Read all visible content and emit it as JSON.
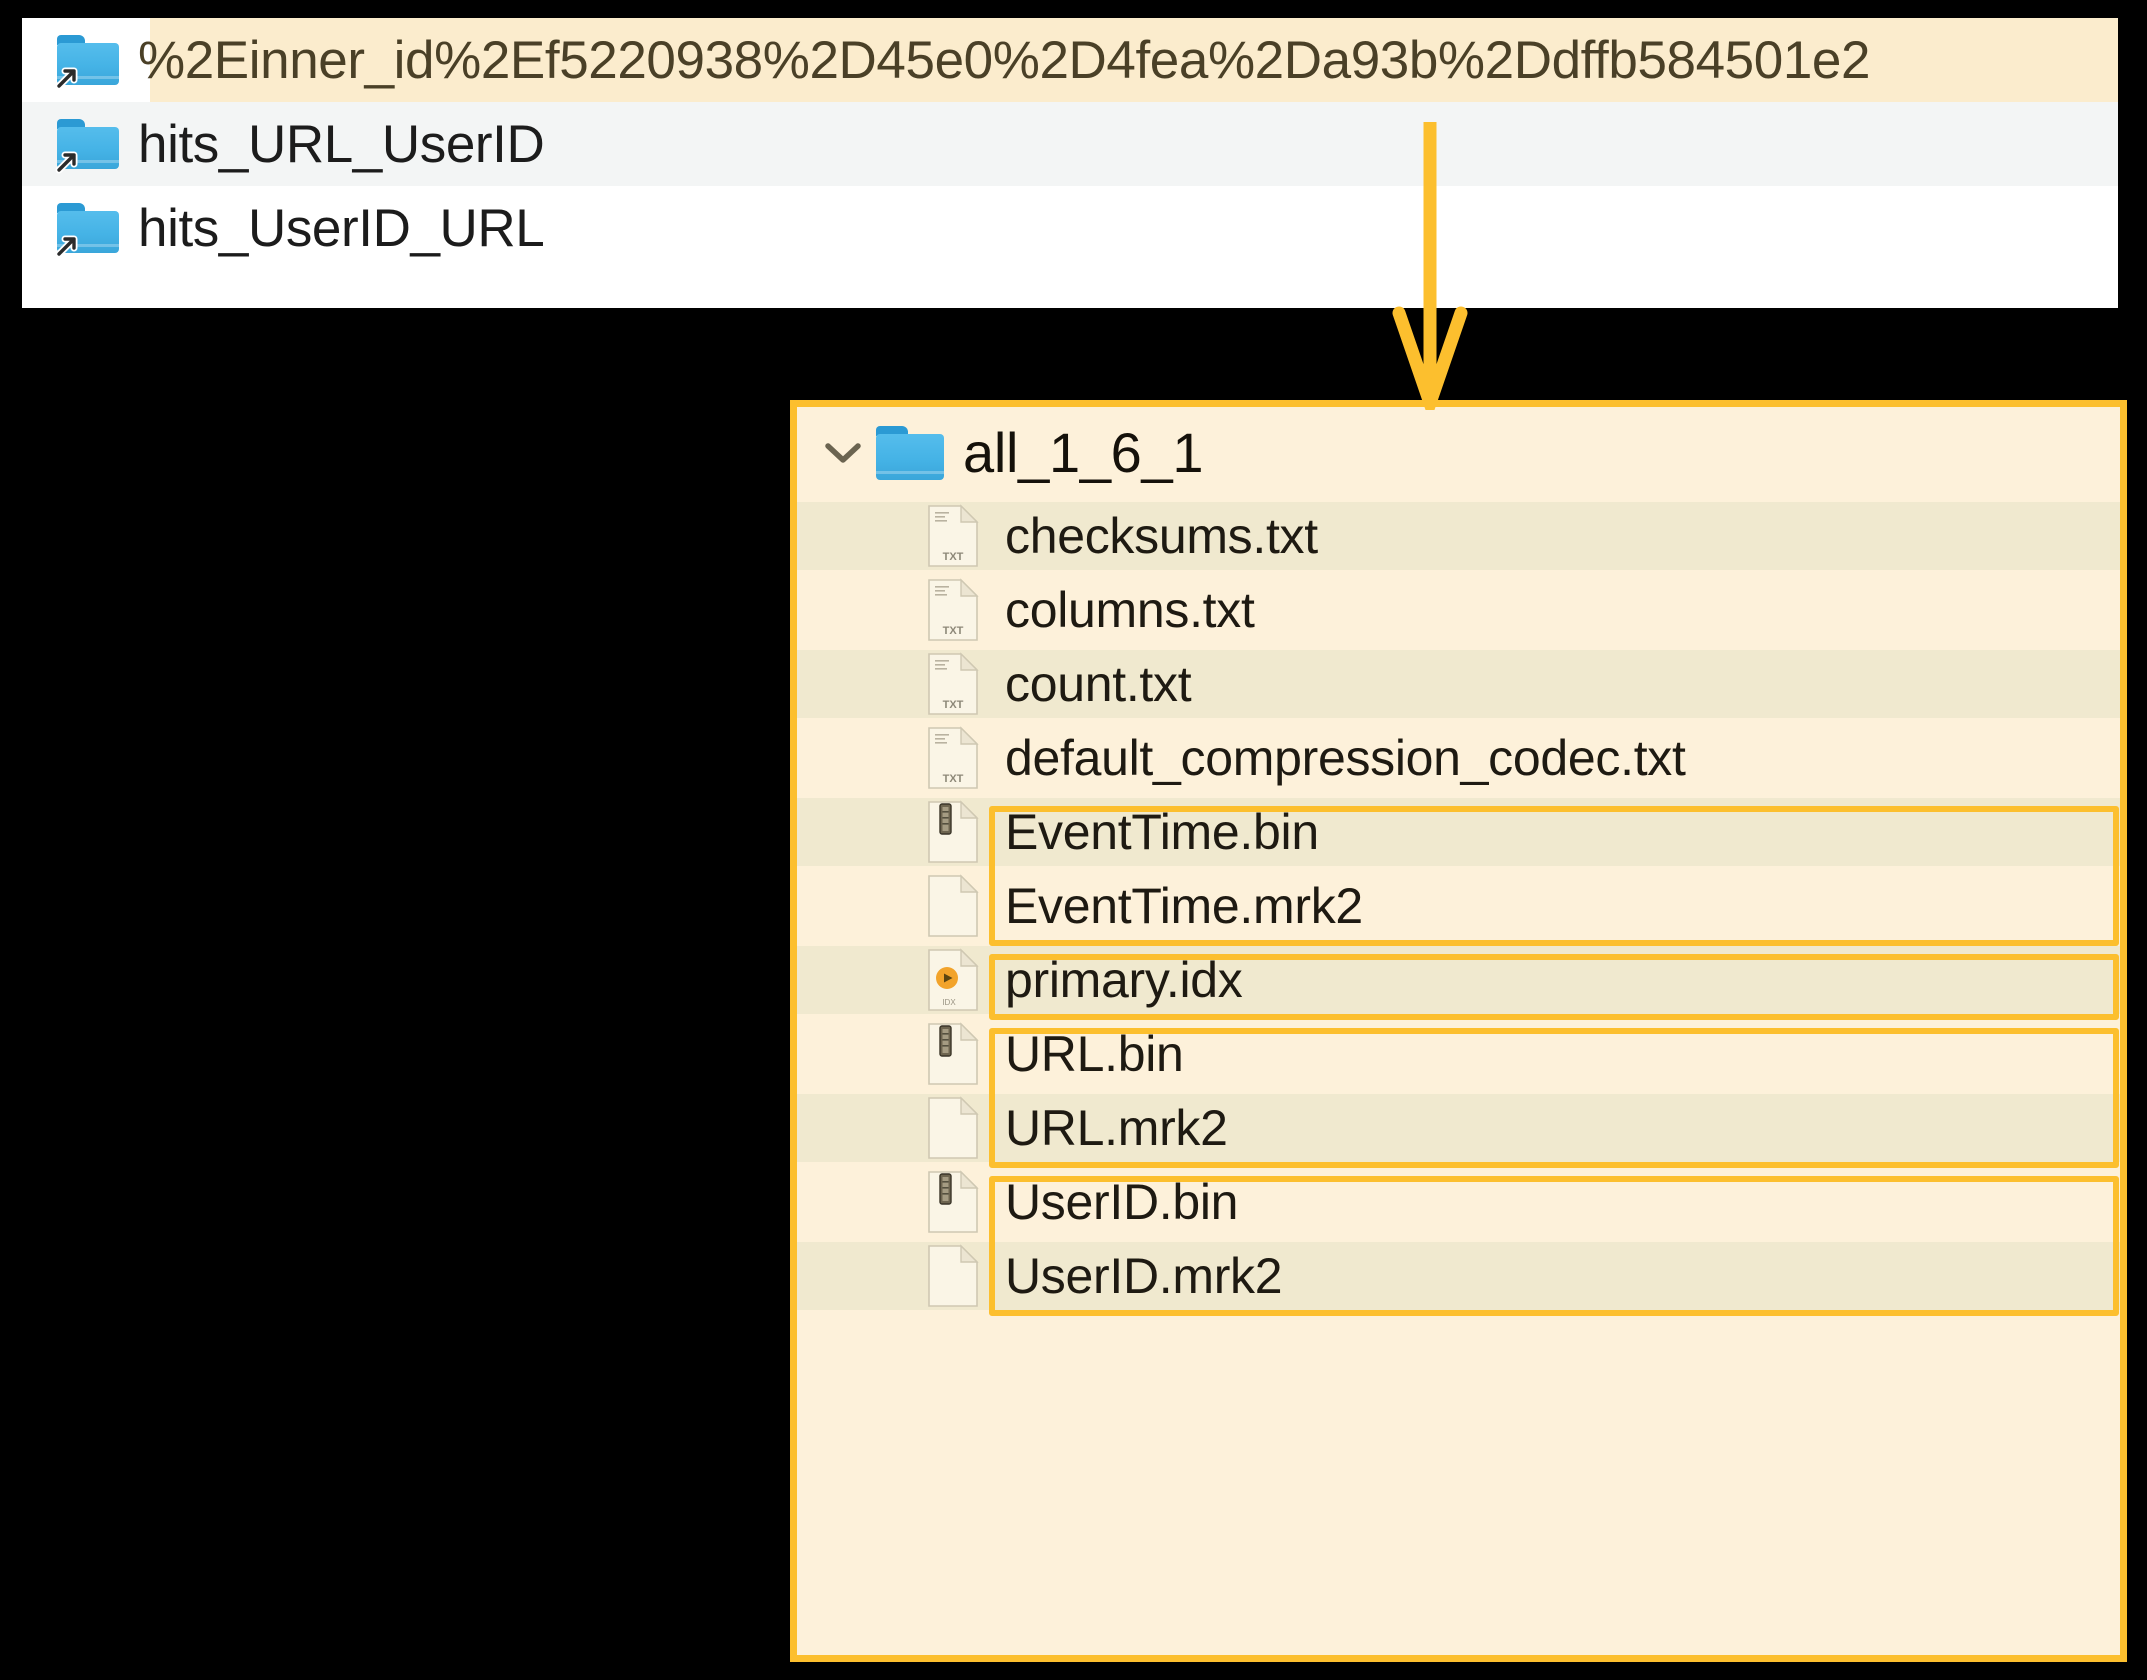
{
  "colors": {
    "accent_orange": "#FCBF2E",
    "panel_cream": "#FDF1DA",
    "row_stripe": "#F0E9CF",
    "selected_row": "#FBECCD",
    "alt_row_gray": "#F3F5F5",
    "folder_blue": "#45B3E6",
    "idx_orange": "#F2A32A",
    "background": "#000000"
  },
  "top_panel": {
    "name": "index-folder-list",
    "rows": [
      {
        "label": "%2Einner_id%2Ef5220938%2D45e0%2D4fea%2Da93b%2Ddffb584501e2",
        "icon": "folder-alias-icon",
        "selected": true
      },
      {
        "label": "hits_URL_UserID",
        "icon": "folder-alias-icon",
        "selected": false
      },
      {
        "label": "hits_UserID_URL",
        "icon": "folder-alias-icon",
        "selected": false
      }
    ]
  },
  "connector": {
    "name": "down-arrow-connector",
    "color": "#FCBF2E"
  },
  "bottom_panel": {
    "name": "part-directory-tree",
    "root": {
      "label": "all_1_6_1",
      "icon": "folder-icon",
      "chevron": "chevron-down-icon",
      "expanded": true
    },
    "files": [
      {
        "label": "checksums.txt",
        "icon": "txt-file-icon",
        "stripe": true,
        "highlighted": false
      },
      {
        "label": "columns.txt",
        "icon": "txt-file-icon",
        "stripe": false,
        "highlighted": false
      },
      {
        "label": "count.txt",
        "icon": "txt-file-icon",
        "stripe": true,
        "highlighted": false
      },
      {
        "label": "default_compression_codec.txt",
        "icon": "txt-file-icon",
        "stripe": false,
        "highlighted": false
      },
      {
        "label": "EventTime.bin",
        "icon": "bin-file-icon",
        "stripe": true,
        "highlighted": true
      },
      {
        "label": "EventTime.mrk2",
        "icon": "generic-file-icon",
        "stripe": false,
        "highlighted": true
      },
      {
        "label": "primary.idx",
        "icon": "idx-file-icon",
        "stripe": true,
        "highlighted": true
      },
      {
        "label": "URL.bin",
        "icon": "bin-file-icon",
        "stripe": false,
        "highlighted": true
      },
      {
        "label": "URL.mrk2",
        "icon": "generic-file-icon",
        "stripe": true,
        "highlighted": true
      },
      {
        "label": "UserID.bin",
        "icon": "bin-file-icon",
        "stripe": false,
        "highlighted": true
      },
      {
        "label": "UserID.mrk2",
        "icon": "generic-file-icon",
        "stripe": true,
        "highlighted": true
      }
    ],
    "highlight_groups": [
      {
        "name": "eventtime-column-highlight",
        "from": 4,
        "to": 5
      },
      {
        "name": "primary-index-highlight",
        "from": 6,
        "to": 6
      },
      {
        "name": "url-column-highlight",
        "from": 7,
        "to": 8
      },
      {
        "name": "userid-column-highlight",
        "from": 9,
        "to": 10
      }
    ]
  }
}
